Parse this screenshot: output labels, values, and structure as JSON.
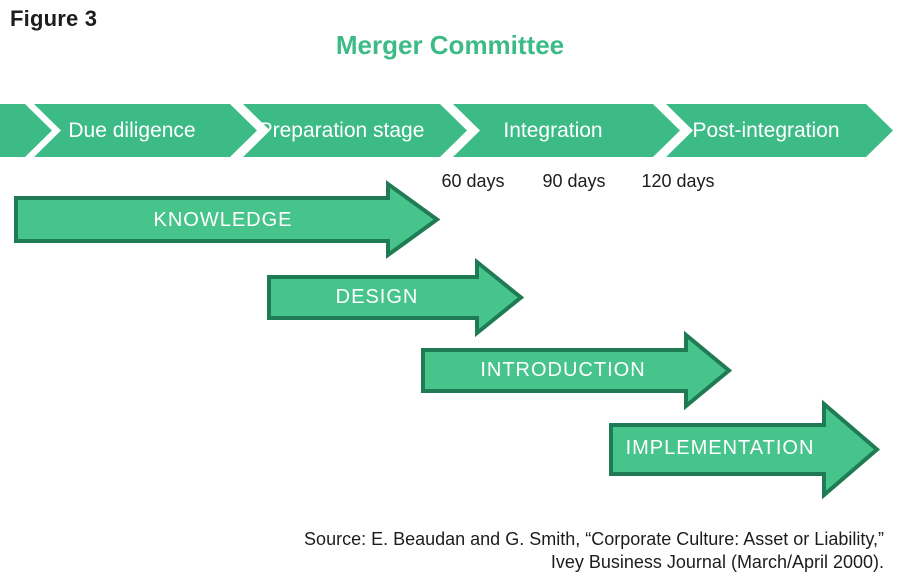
{
  "figure_label": "Figure 3",
  "title": "Merger Committee",
  "colors": {
    "band_green": "#3cbb86",
    "title_green": "#3dbb87",
    "arrow_fill": "#47c38c",
    "arrow_stroke": "#1f7b53",
    "text_dark": "#1d1d1b",
    "text_white": "#ffffff"
  },
  "stages": [
    "Due diligence",
    "Preparation stage",
    "Integration",
    "Post-integration"
  ],
  "timeline_markers": [
    "60 days",
    "90 days",
    "120 days"
  ],
  "phases": [
    "KNOWLEDGE",
    "DESIGN",
    "INTRODUCTION",
    "IMPLEMENTATION"
  ],
  "source": {
    "line1": "Source: E. Beaudan and G. Smith, “Corporate Culture: Asset or Liability,”",
    "line2": "Ivey Business Journal (March/April 2000)."
  }
}
